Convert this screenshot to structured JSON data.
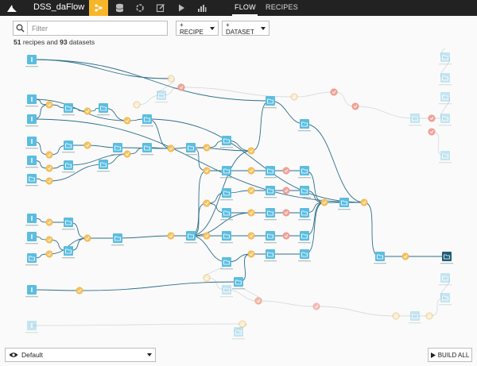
{
  "header": {
    "project_name": "DSS_daFlow",
    "tabs": [
      {
        "label": "FLOW",
        "active": true
      },
      {
        "label": "RECIPES",
        "active": false
      }
    ],
    "nav_icons": [
      "flow-icon",
      "datasets-icon",
      "recipes-icon",
      "notebooks-icon",
      "jobs-icon",
      "dashboards-icon"
    ],
    "accent": "#f7b52a"
  },
  "toolbar": {
    "filter_placeholder": "Filter",
    "recipe_label": "+ RECIPE",
    "dataset_label": "+ DATASET"
  },
  "summary": {
    "recipe_count": "51",
    "recipes_text": " recipes and ",
    "dataset_count": "93",
    "datasets_text": " datasets"
  },
  "footer": {
    "view_label": "Default",
    "build_label": "BUILD ALL"
  },
  "colors": {
    "dataset": "#5bbde0",
    "dataset_dark": "#1f5f78",
    "recipe": "#f7c35f",
    "recipe_faded": "#fbe7c2",
    "error": "#f2a49a",
    "edge": "#2e6f8a",
    "edge_faded": "#d7dde0"
  }
}
